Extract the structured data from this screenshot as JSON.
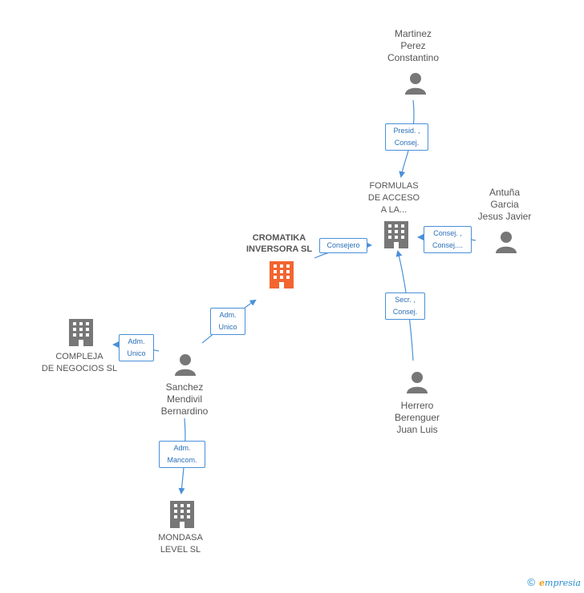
{
  "colors": {
    "accent": "#4a90d9",
    "center": "#f26530",
    "node": "#777777",
    "text": "#555555"
  },
  "nodes": {
    "center": {
      "label": "CROMATIKA\nINVERSORA SL",
      "icon": "building-icon"
    },
    "formulas": {
      "label": "FORMULAS\nDE ACCESO\nA LA...",
      "icon": "building-icon"
    },
    "compleja": {
      "label": "COMPLEJA\nDE NEGOCIOS SL",
      "icon": "building-icon"
    },
    "mondasa": {
      "label": "MONDASA\nLEVEL SL",
      "icon": "building-icon"
    },
    "martinez": {
      "label": "Martinez\nPerez\nConstantino",
      "icon": "person-icon"
    },
    "antuna": {
      "label": "Antuña\nGarcia\nJesus Javier",
      "icon": "person-icon"
    },
    "herrero": {
      "label": "Herrero\nBerenguer\nJuan Luis",
      "icon": "person-icon"
    },
    "sanchez": {
      "label": "Sanchez\nMendivil\nBernardino",
      "icon": "person-icon"
    }
  },
  "edges": {
    "martinez_formulas": "Presid. ,\nConsej.",
    "antuna_formulas": "Consej. ,\nConsej....",
    "herrero_formulas": "Secr. ,\nConsej.",
    "center_formulas": "Consejero",
    "sanchez_center": "Adm.\nUnico",
    "sanchez_compleja": "Adm.\nUnico",
    "sanchez_mondasa": "Adm.\nMancom."
  },
  "footer": {
    "copyright": "©",
    "brand_initial": "e",
    "brand_rest": "mpresia"
  }
}
